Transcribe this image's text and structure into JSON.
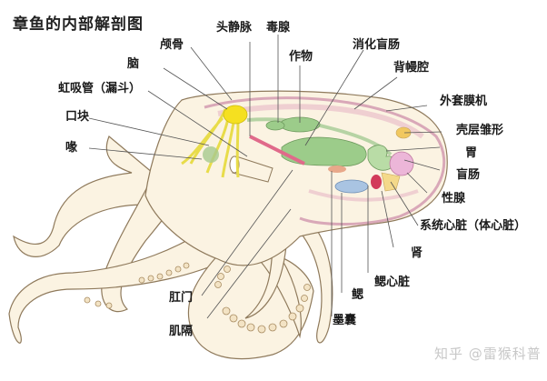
{
  "title": "章鱼的内部解剖图",
  "watermark": "知乎 @雷猴科普",
  "colors": {
    "body": "#fbf3e2",
    "body_outline": "#8f7a5c",
    "brain": "#f5e020",
    "nerves": "#e8dc4a",
    "digestive": "#9ccc8a",
    "mantle_pink": "#e8b8c6",
    "gonad": "#ecb6d8",
    "heart_red": "#d23a5a",
    "kidney_yellow": "#f4d98a",
    "gill_blue": "#a9c4e2",
    "vein_pink": "#e06a8a",
    "label_line": "#555555"
  },
  "labels": {
    "cranium": "颅骨",
    "head_vein": "头静脉",
    "poison_gland": "毒腺",
    "crop": "作物",
    "digestive_caecum": "消化盲肠",
    "dorsal_mantle_cavity": "背幔腔",
    "outer_mantle": "外套膜机",
    "shell_cone": "壳层雏形",
    "brain": "脑",
    "siphon": "虹吸管（漏斗）",
    "buccal_mass": "口块",
    "beak": "喙",
    "stomach": "胃",
    "caecum": "盲肠",
    "gonad": "性腺",
    "systemic_heart": "系统心脏（体心脏）",
    "kidney": "肾",
    "branchial_heart": "鳃心脏",
    "gill": "鳃",
    "ink_sac": "墨囊",
    "anus": "肛门",
    "septum": "肌隔"
  }
}
